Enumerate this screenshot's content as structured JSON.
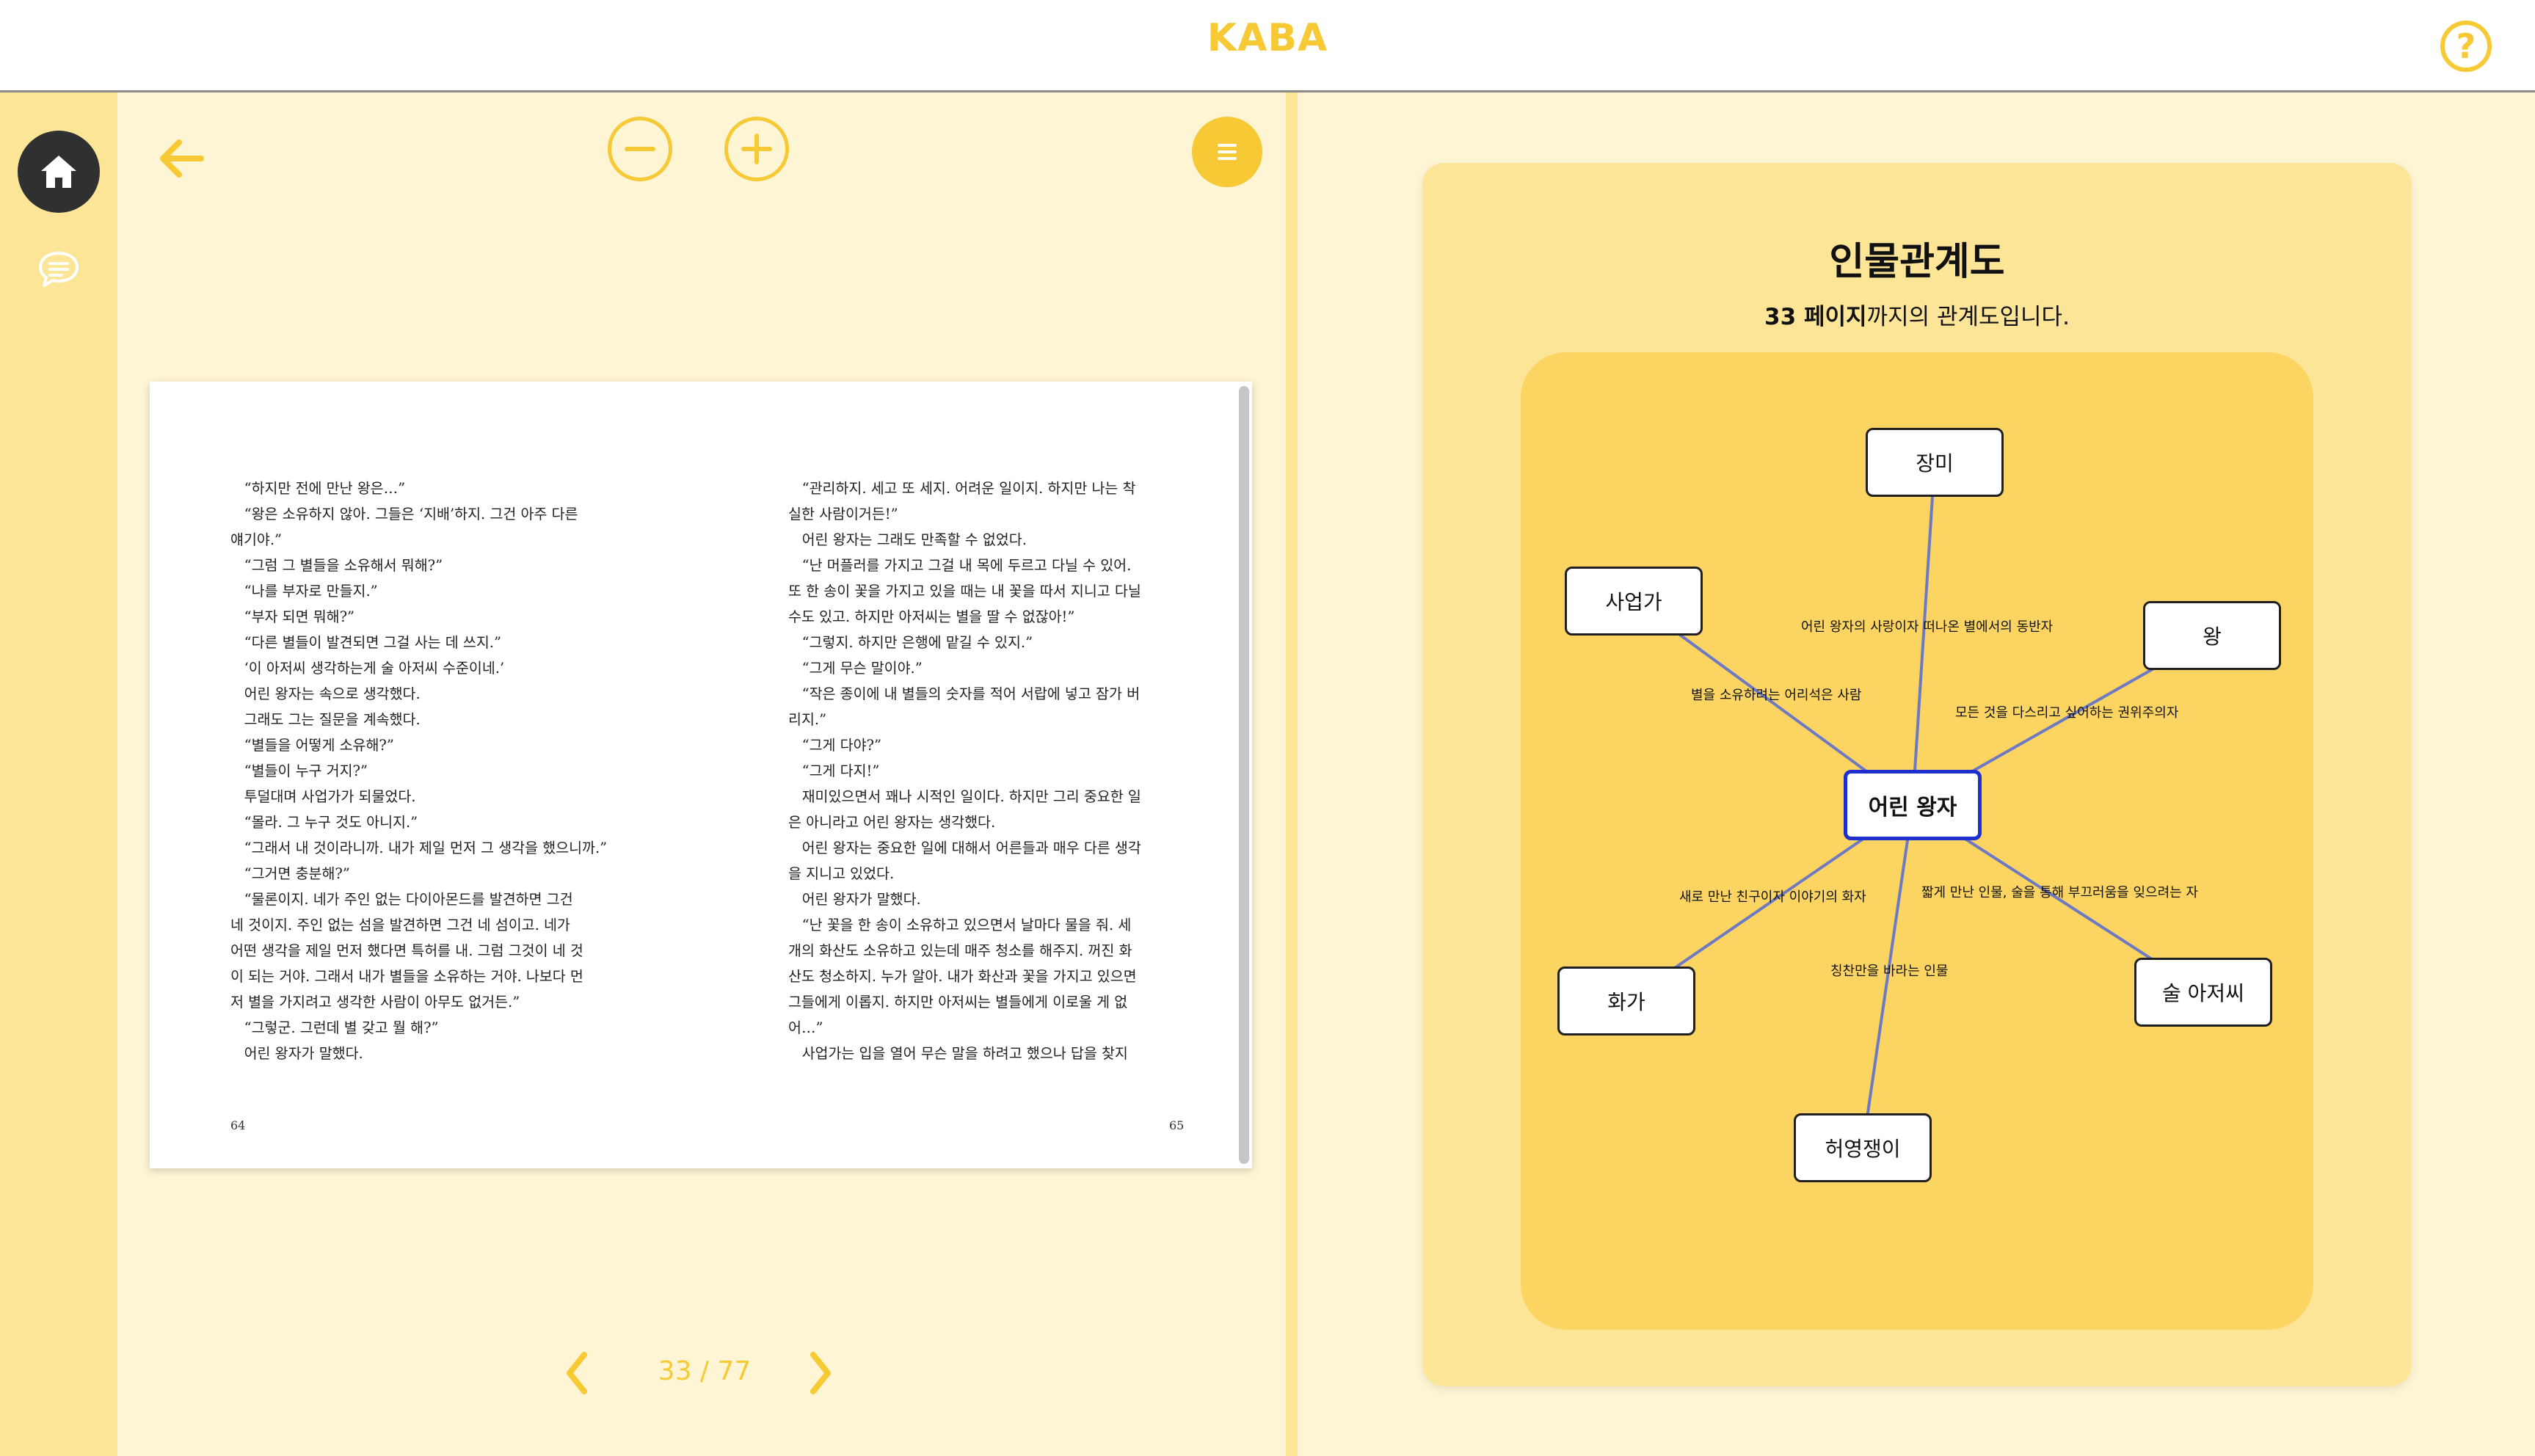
{
  "app": {
    "brand": "KABA",
    "help_icon": "question-circle-icon"
  },
  "sidebar": {
    "items": [
      {
        "name": "home",
        "icon": "home-icon",
        "active": true
      },
      {
        "name": "chat",
        "icon": "chat-bubble-icon",
        "active": false
      }
    ]
  },
  "reader": {
    "toolbar": {
      "back_icon": "arrow-left-icon",
      "zoom_out_icon": "minus-circle-icon",
      "zoom_in_icon": "plus-circle-icon",
      "menu_icon": "menu-icon"
    },
    "left_lines": [
      "“하지만 전에 만난 왕은…”",
      "“왕은 소유하지 않아. 그들은 ‘지배’하지. 그건 아주 다른",
      "얘기야.”",
      "“그럼 그 별들을 소유해서 뭐해?”",
      "“나를 부자로 만들지.”",
      "“부자 되면 뭐해?”",
      "“다른 별들이 발견되면 그걸 사는 데 쓰지.”",
      "‘이 아저씨 생각하는게 술 아저씨 수준이네.’",
      "어린 왕자는 속으로 생각했다.",
      "그래도 그는 질문을 계속했다.",
      "“별들을 어떻게 소유해?”",
      "“별들이 누구 거지?”",
      "투덜대며 사업가가 되물었다.",
      "“몰라. 그 누구 것도 아니지.”",
      "“그래서 내 것이라니까. 내가 제일 먼저 그 생각을 했으니까.”",
      "“그거면 충분해?”",
      "“물론이지. 네가 주인 없는 다이아몬드를 발견하면 그건",
      "네 것이지. 주인 없는 섬을 발견하면 그건 네 섬이고. 네가",
      "어떤 생각을 제일 먼저 했다면 특허를 내. 그럼 그것이 네 것",
      "이 되는 거야. 그래서 내가 별들을 소유하는 거야. 나보다 먼",
      "저 별을 가지려고 생각한 사람이 아무도 없거든.”",
      "“그렇군. 그런데 별 갖고 뭘 해?”",
      "어린 왕자가 말했다."
    ],
    "right_lines": [
      "“관리하지. 세고 또 세지. 어려운 일이지. 하지만 나는 착",
      "실한 사람이거든!”",
      "어린 왕자는 그래도 만족할 수 없었다.",
      "“난 머플러를 가지고 그걸 내 목에 두르고 다닐 수 있어.",
      "또 한 송이 꽃을 가지고 있을 때는 내 꽃을 따서 지니고 다닐",
      "수도 있고. 하지만 아저씨는 별을 딸 수 없잖아!”",
      "“그렇지. 하지만 은행에 맡길 수 있지.”",
      "“그게 무슨 말이야.”",
      "“작은 종이에 내 별들의 숫자를 적어 서랍에 넣고 잠가 버",
      "리지.”",
      "“그게 다야?”",
      "“그게 다지!”",
      "재미있으면서 꽤나 시적인 일이다. 하지만 그리 중요한 일",
      "은 아니라고 어린 왕자는 생각했다.",
      "어린 왕자는 중요한 일에 대해서 어른들과 매우 다른 생각",
      "을 지니고 있었다.",
      "어린 왕자가 말했다.",
      "“난 꽃을 한 송이 소유하고 있으면서 날마다 물을 줘. 세",
      "개의 화산도 소유하고 있는데 매주 청소를 해주지. 꺼진 화",
      "산도 청소하지. 누가 알아. 내가 화산과 꽃을 가지고 있으면",
      "그들에게 이롭지. 하지만 아저씨는 별들에게 이로울 게 없",
      "어…”",
      "사업가는 입을 열어 무슨 말을 하려고 했으나 답을 찾지"
    ],
    "left_page_number": "64",
    "right_page_number": "65",
    "pager": {
      "prev_icon": "chevron-left-icon",
      "next_icon": "chevron-right-icon",
      "current": 33,
      "total": 77,
      "display": "33 / 77"
    }
  },
  "graph": {
    "title": "인물관계도",
    "subtitle_bold": "33 페이지",
    "subtitle_rest": "까지의 관계도입니다.",
    "center_node": "어린 왕자",
    "nodes": [
      {
        "id": "rose",
        "label": "장미",
        "relation": "어린 왕자의 사랑이자 떠나온 별에서의 동반자"
      },
      {
        "id": "businessman",
        "label": "사업가",
        "relation": "별을 소유하려는 어리석은 사람"
      },
      {
        "id": "king",
        "label": "왕",
        "relation": "모든 것을 다스리고 싶어하는 권위주의자"
      },
      {
        "id": "painter",
        "label": "화가",
        "relation": "새로 만난 친구이자 이야기의 화자"
      },
      {
        "id": "drunkard",
        "label": "술 아저씨",
        "relation": "짧게 만난 인물, 술을 통해 부끄러움을 잊으려는 자"
      },
      {
        "id": "vain",
        "label": "허영쟁이",
        "relation": "칭찬만을 바라는 인물"
      }
    ],
    "edge_color": "#6e79c4",
    "center_border_color": "#1e2fd0"
  },
  "colors": {
    "accent": "#f6c935",
    "reader_bg": "#fef5d4",
    "sidebar_bg": "#fde597",
    "graph_bg": "#fcd462",
    "dark": "#2f3131"
  }
}
